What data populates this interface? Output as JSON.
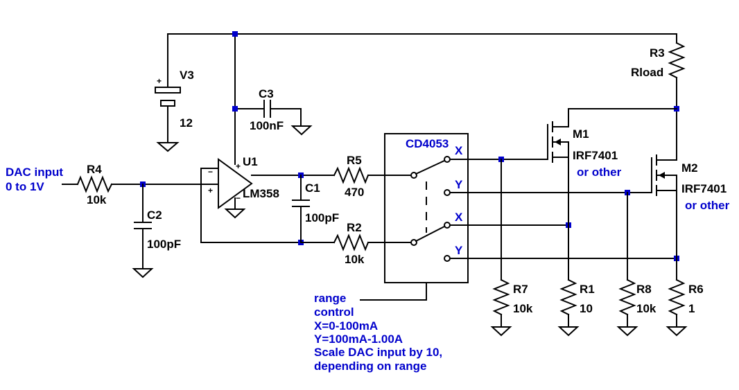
{
  "input": {
    "line1": "DAC input",
    "line2": "0 to 1V"
  },
  "components": {
    "V3": {
      "name": "V3",
      "value": "12"
    },
    "C3": {
      "name": "C3",
      "value": "100nF"
    },
    "U1": {
      "name": "U1",
      "value": "LM358"
    },
    "R4": {
      "name": "R4",
      "value": "10k"
    },
    "C2": {
      "name": "C2",
      "value": "100pF"
    },
    "C1": {
      "name": "C1",
      "value": "100pF"
    },
    "R5": {
      "name": "R5",
      "value": "470"
    },
    "R2": {
      "name": "R2",
      "value": "10k"
    },
    "switch": {
      "name": "CD4053",
      "x": "X",
      "y": "Y"
    },
    "M1": {
      "name": "M1",
      "value1": "IRF7401",
      "value2": "or other"
    },
    "M2": {
      "name": "M2",
      "value1": "IRF7401",
      "value2": "or other"
    },
    "R3": {
      "name": "R3",
      "value": "Rload"
    },
    "R7": {
      "name": "R7",
      "value": "10k"
    },
    "R1": {
      "name": "R1",
      "value": "10"
    },
    "R8": {
      "name": "R8",
      "value": "10k"
    },
    "R6": {
      "name": "R6",
      "value": "1"
    }
  },
  "notes": [
    "range",
    "control",
    "X=0-100mA",
    "Y=100mA-1.00A",
    "Scale DAC input by 10,",
    "depending on range"
  ],
  "symbols": {
    "plus": "+",
    "minus": "−"
  }
}
